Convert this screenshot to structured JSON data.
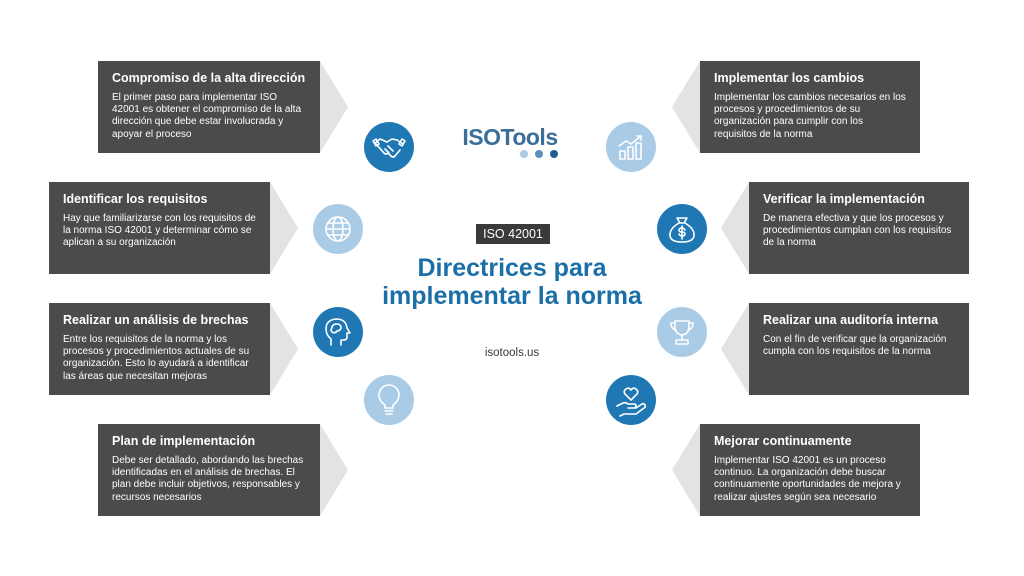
{
  "center": {
    "logo": "ISOTools",
    "badge": "ISO 42001",
    "title": "Directrices para implementar la norma",
    "website": "isotools.us"
  },
  "colors": {
    "card": "#4b4b4b",
    "chevron": "#e3e3e3",
    "icon_dark": "#1f78b4",
    "icon_light": "#a9cbe6",
    "title_blue": "#1b6fa8",
    "dots": [
      "#a9cbe6",
      "#5b8fbc",
      "#1f5d94"
    ]
  },
  "left": [
    {
      "title": "Compromiso de la alta dirección",
      "text": "El primer paso para implementar ISO 42001 es obtener el compromiso de la alta dirección que debe estar involucrada y apoyar el proceso",
      "icon": "handshake-icon"
    },
    {
      "title": "Identificar los requisitos",
      "text": "Hay que familiarizarse con los requisitos de la norma ISO 42001 y determinar cómo se aplican a su organización",
      "icon": "globe-icon"
    },
    {
      "title": "Realizar un análisis de brechas",
      "text": "Entre los requisitos de la norma y los procesos y procedimientos actuales de su organización. Esto lo ayudará a identificar las áreas que necesitan mejoras",
      "icon": "head-brain-icon"
    },
    {
      "title": "Plan de implementación",
      "text": "Debe ser detallado, abordando las brechas identificadas en el análisis de brechas. El plan debe incluir objetivos, responsables y recursos necesarios",
      "icon": "lightbulb-icon"
    }
  ],
  "right": [
    {
      "title": "Implementar los cambios",
      "text": "Implementar los cambios necesarios en los procesos y procedimientos de su organización para cumplir con los requisitos de la norma",
      "icon": "growth-chart-icon"
    },
    {
      "title": "Verificar la implementación",
      "text": "De manera efectiva y que los procesos y procedimientos cumplan con los requisitos de la norma",
      "icon": "money-bag-icon"
    },
    {
      "title": "Realizar una auditoría interna",
      "text": "Con el fin de verificar que la organización cumpla con los requisitos de la norma",
      "icon": "trophy-icon"
    },
    {
      "title": "Mejorar continuamente",
      "text": "Implementar ISO 42001 es un proceso continuo. La organización debe buscar continuamente oportunidades de mejora y realizar ajustes según sea necesario",
      "icon": "heart-hand-icon"
    }
  ]
}
